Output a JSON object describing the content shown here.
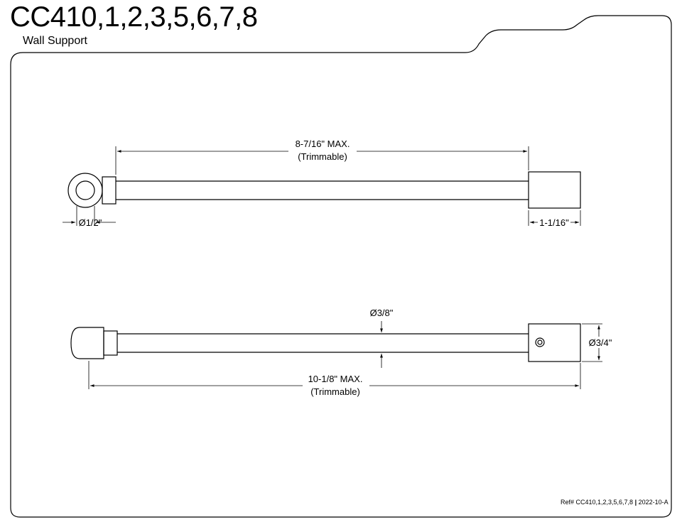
{
  "header": {
    "title": "CC410,1,2,3,5,6,7,8",
    "subtitle": "Wall Support"
  },
  "top_view": {
    "length_dim": "8-7/16\" MAX.",
    "length_note": "(Trimmable)",
    "ring_dia_dim": "Ø1/2\"",
    "end_dim": "1-1/16\""
  },
  "side_view": {
    "rod_dia_dim": "Ø3/8\"",
    "block_dia_dim": "Ø3/4\"",
    "length_dim": "10-1/8\" MAX.",
    "length_note": "(Trimmable)"
  },
  "footer": {
    "ref": "Ref# CC410,1,2,3,5,6,7,8",
    "separator": "|",
    "date": "2022-10-A"
  }
}
